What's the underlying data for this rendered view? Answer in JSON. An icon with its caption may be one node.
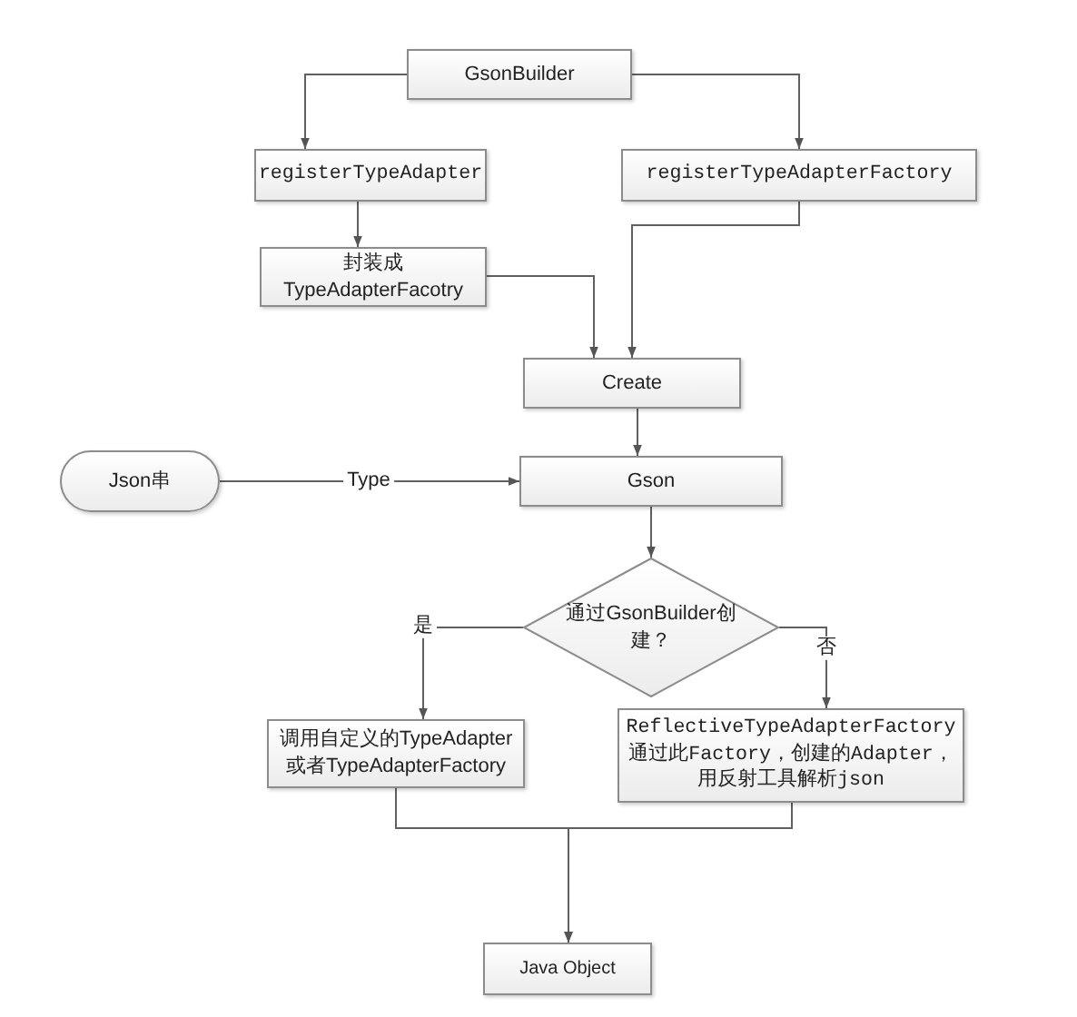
{
  "diagram": {
    "nodes": [
      {
        "text": [
          "GsonBuilder"
        ]
      },
      {
        "text": [
          "registerTypeAdapter"
        ]
      },
      {
        "text": [
          "registerTypeAdapterFactory"
        ]
      },
      {
        "text": [
          "封装成TypeAdapterFacotry"
        ]
      },
      {
        "text": [
          "Create"
        ]
      },
      {
        "text": [
          "Json串"
        ]
      },
      {
        "text": [
          "Gson"
        ]
      },
      {
        "text": [
          "通过GsonBuilder创建？"
        ]
      },
      {
        "text": [
          "调用自定义的TypeAdapter或者TypeAdapterFactory"
        ]
      },
      {
        "text": [
          "ReflectiveTypeAdapterFactory通过此Factory，创建的Adapter，用反射工具解析json"
        ]
      },
      {
        "text": [
          "Java Object"
        ]
      }
    ],
    "edges": [
      {
        "from": 0,
        "to": 1,
        "arrow": "to"
      },
      {
        "from": 0,
        "to": 2,
        "arrow": "to"
      },
      {
        "from": 1,
        "to": 3,
        "arrow": "to"
      },
      {
        "from": 3,
        "to": 4,
        "arrow": "to"
      },
      {
        "from": 2,
        "to": 4,
        "arrow": "to"
      },
      {
        "from": 5,
        "to": 6,
        "arrow": "to",
        "label": "Type"
      },
      {
        "from": 4,
        "to": 6,
        "arrow": "to"
      },
      {
        "from": 6,
        "to": 7,
        "arrow": "to"
      },
      {
        "from": 7,
        "to": 8,
        "arrow": "to",
        "label": "是"
      },
      {
        "from": 7,
        "to": 9,
        "arrow": "to",
        "label": "否"
      },
      {
        "from": 8,
        "to": 10,
        "arrow": "to"
      },
      {
        "from": 9,
        "to": 10,
        "arrow": "to"
      }
    ]
  }
}
